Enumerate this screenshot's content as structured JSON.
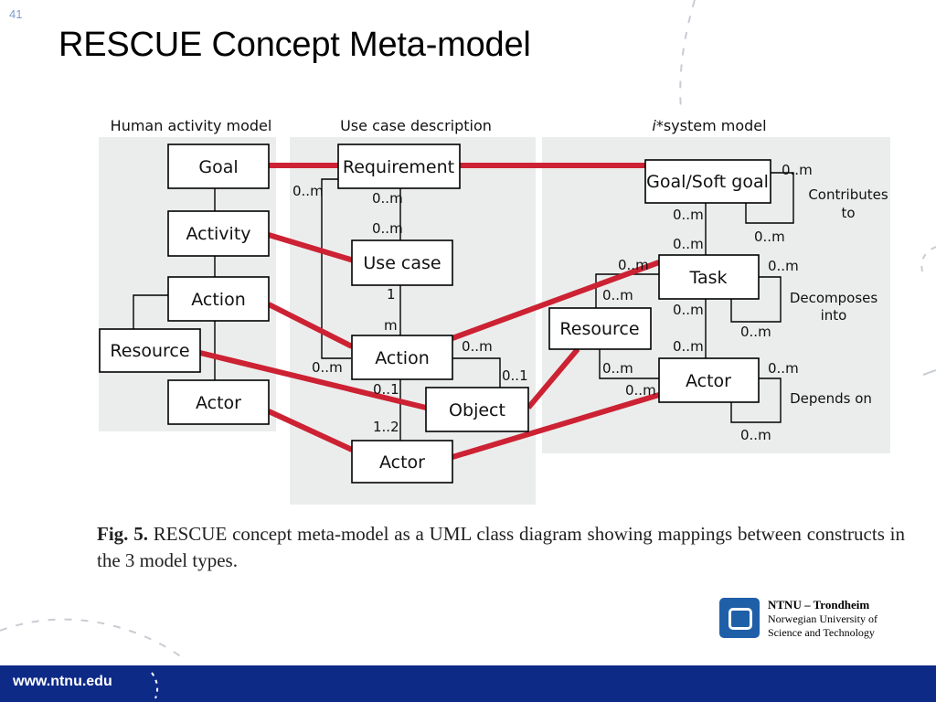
{
  "slide": {
    "number": "41",
    "title": "RESCUE Concept Meta-model"
  },
  "diagram": {
    "sections": {
      "human": "Human activity model",
      "usecase": "Use case description",
      "istar_prefix": "i",
      "istar_suffix": "*system model"
    },
    "human_boxes": {
      "goal": "Goal",
      "activity": "Activity",
      "action": "Action",
      "resource": "Resource",
      "actor": "Actor"
    },
    "usecase_boxes": {
      "requirement": "Requirement",
      "use_case": "Use case",
      "action": "Action",
      "object": "Object",
      "actor": "Actor"
    },
    "istar_boxes": {
      "goal": "Goal/Soft goal",
      "task": "Task",
      "resource": "Resource",
      "actor": "Actor"
    },
    "usecase_mult": {
      "req_bottom": "0..m",
      "uc_top": "0..m",
      "req_left": "0..m",
      "uc_bottom": "1",
      "action_top": "m",
      "action_left": "0..m",
      "action_right": "0..m",
      "object_top": "0..1",
      "action_bottom": "0..1",
      "actor_top": "1..2"
    },
    "istar_mult": {
      "goal_self_top": "0..m",
      "goal_self_bottom": "0..m",
      "goal_bottom": "0..m",
      "task_top": "0..m",
      "task_left": "0..m",
      "task_self_top": "0..m",
      "task_self_bottom": "0..m",
      "resource_task": "0..m",
      "task_bottom": "0..m",
      "actor_top": "0..m",
      "resource_actor": "0..m",
      "actor_left": "0..m",
      "actor_self_top": "0..m",
      "actor_self_bottom": "0..m"
    },
    "istar_labels": {
      "contributes_1": "Contributes",
      "contributes_2": "to",
      "decomposes_1": "Decomposes",
      "decomposes_2": "into",
      "depends": "Depends on"
    },
    "colors": {
      "mapping_line": "#cc2233",
      "panel": "#ebedec",
      "footer": "#0e2a87"
    }
  },
  "caption": {
    "fig_label": "Fig. 5.",
    "text": "RESCUE concept meta-model as a UML class diagram showing mappings between constructs in the 3 model types."
  },
  "branding": {
    "line1": "NTNU – Trondheim",
    "line2": "Norwegian University of",
    "line3": "Science and Technology",
    "logo_icon": "ntnu-logo-icon"
  },
  "footer": {
    "url": "www.ntnu.edu"
  }
}
